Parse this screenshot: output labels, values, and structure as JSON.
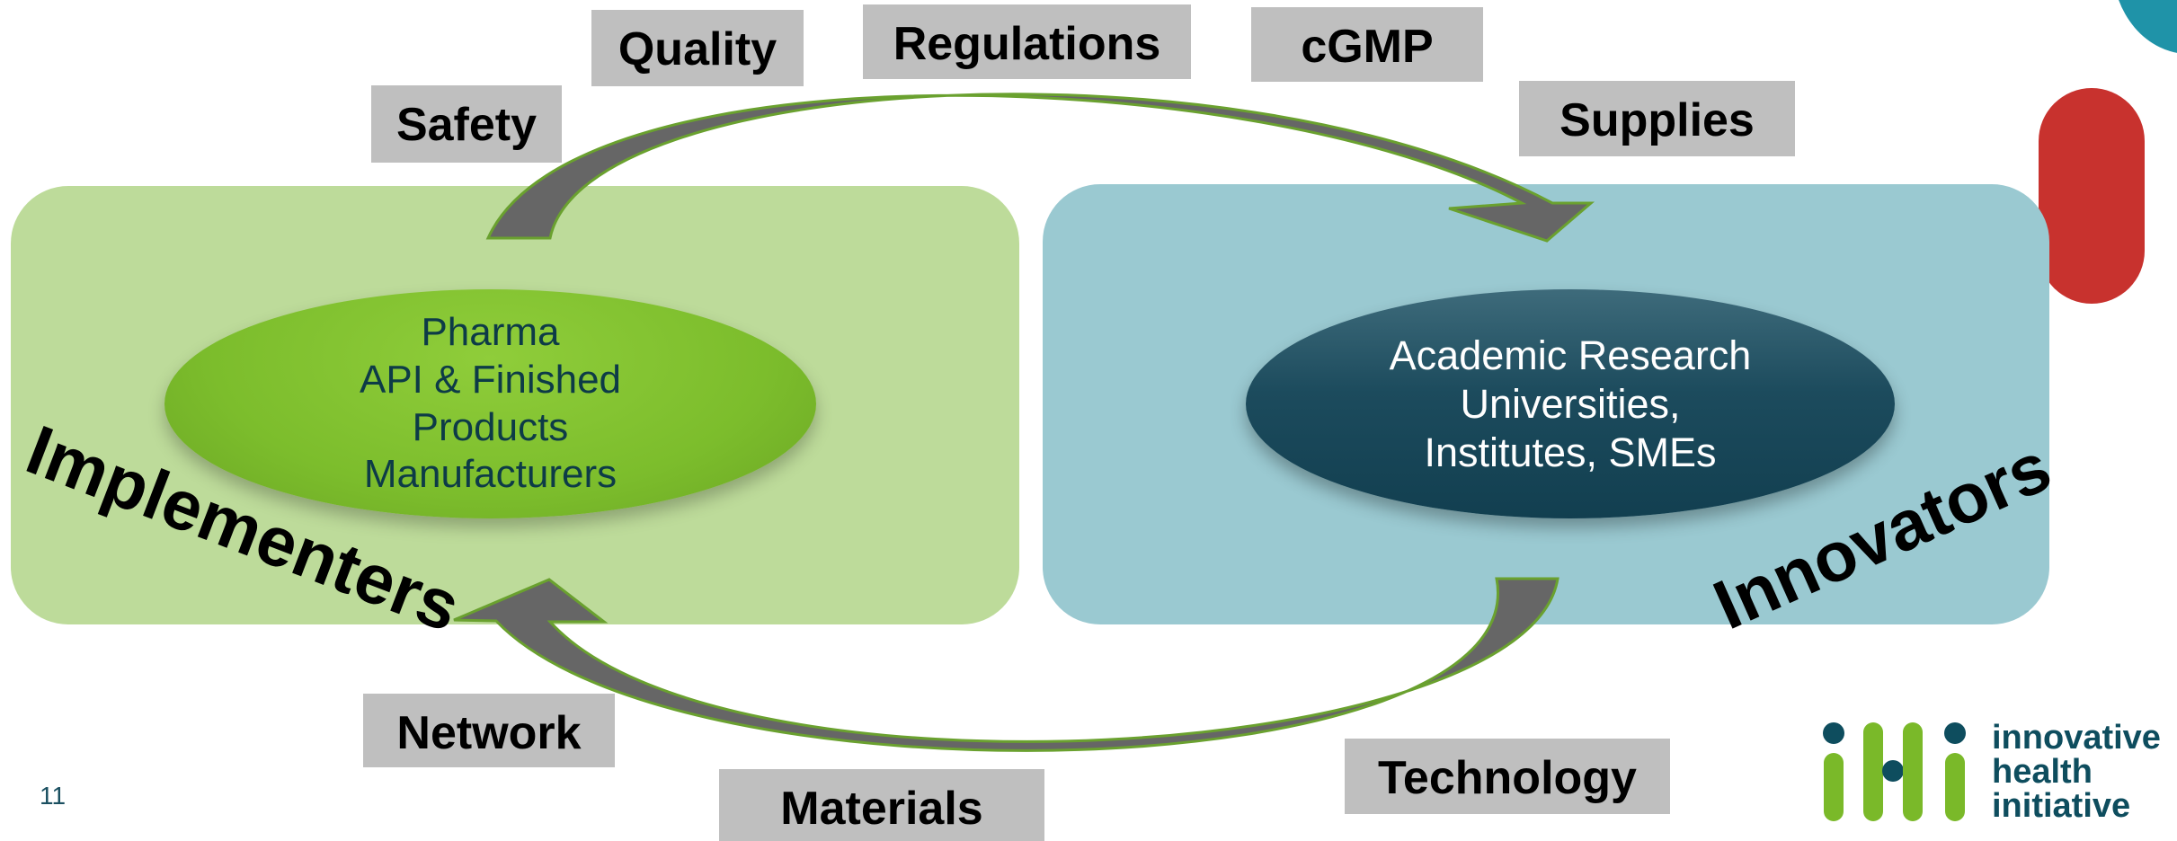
{
  "slide_number": "11",
  "top_labels": {
    "safety": "Safety",
    "quality": "Quality",
    "regulations": "Regulations",
    "cgmp": "cGMP",
    "supplies": "Supplies"
  },
  "bottom_labels": {
    "network": "Network",
    "materials": "Materials",
    "technology": "Technology"
  },
  "implementers": {
    "heading": "Implementers",
    "ellipse_lines": [
      "Pharma",
      "API & Finished",
      "Products",
      "Manufacturers"
    ]
  },
  "innovators": {
    "heading": "Innovators",
    "ellipse_lines": [
      "Academic Research",
      "Universities,",
      "Institutes, SMEs"
    ]
  },
  "logo": {
    "lines": [
      "innovative",
      "health",
      "initiative"
    ]
  },
  "colors": {
    "implementers_panel": "#bddb9a",
    "innovators_panel": "#9ac9d1",
    "pharma_ellipse": "#7cbd2c",
    "research_ellipse": "#184a5c",
    "arrow": "#666666",
    "label_box": "#bfbfbf",
    "logo_green": "#7ab929",
    "logo_navy": "#0e4d5e",
    "accent_red": "#c8322e",
    "accent_teal": "#1a8fa4"
  }
}
